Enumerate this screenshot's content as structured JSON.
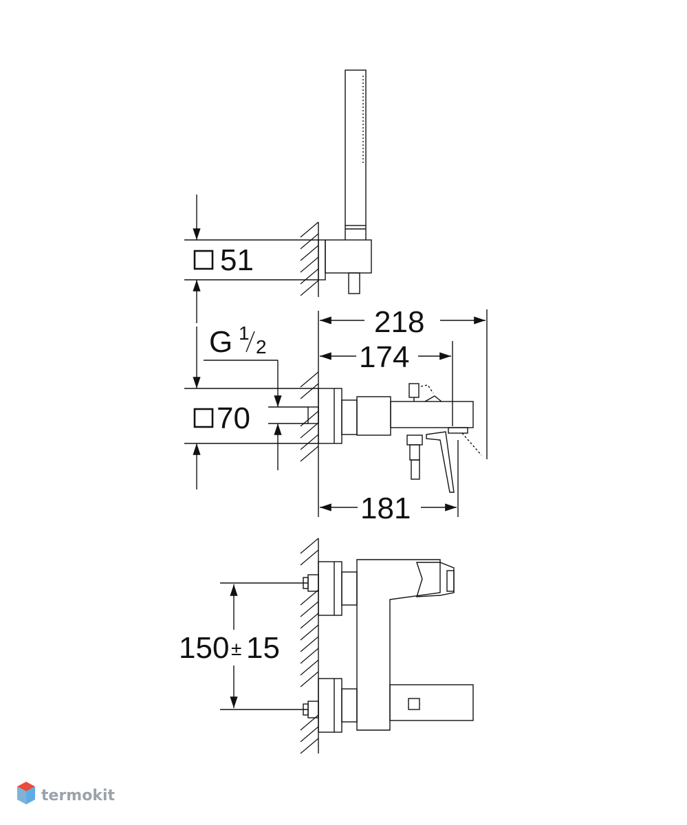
{
  "dims": {
    "d51": "51",
    "d70": "70",
    "thread_G": "G",
    "thread_frac_num": "1",
    "thread_frac_den": "2",
    "d218": "218",
    "d174": "174",
    "d181": "181",
    "d150": "150",
    "d150_pm": "±",
    "d150_tol": "15"
  },
  "watermark": {
    "text": "termokit"
  },
  "colors": {
    "line": "#111111",
    "watermark": "#9aa3ab",
    "logo_red": "#e74c3c",
    "logo_blue": "#5dade2"
  }
}
